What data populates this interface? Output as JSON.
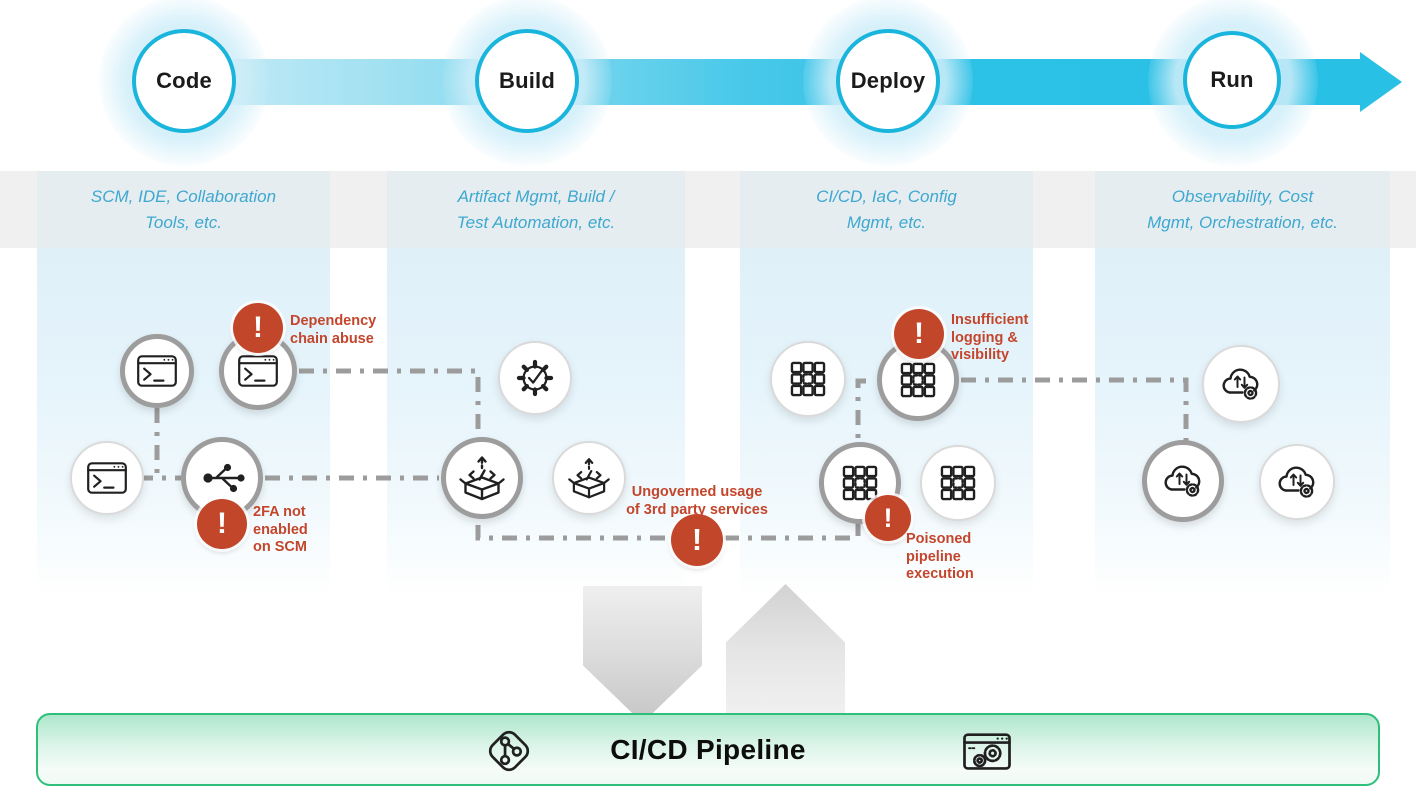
{
  "stages": [
    {
      "label": "Code",
      "tools": "SCM, IDE, Collaboration\nTools, etc."
    },
    {
      "label": "Build",
      "tools": "Artifact Mgmt, Build /\nTest Automation, etc."
    },
    {
      "label": "Deploy",
      "tools": "CI/CD, IaC, Config\nMgmt, etc."
    },
    {
      "label": "Run",
      "tools": "Observability, Cost\nMgmt, Orchestration, etc."
    }
  ],
  "threats": [
    {
      "id": "dependency-chain-abuse",
      "label": "Dependency\nchain abuse",
      "marker": "!"
    },
    {
      "id": "2fa-not-enabled-on-scm",
      "label": "2FA not\nenabled\non SCM",
      "marker": "!"
    },
    {
      "id": "ungoverned-3rd-party-usage",
      "label": "Ungoverned usage\nof 3rd party services",
      "marker": "!"
    },
    {
      "id": "insufficient-logging",
      "label": "Insufficient\nlogging &\nvisibility",
      "marker": "!"
    },
    {
      "id": "poisoned-pipeline-execution",
      "label": "Poisoned\npipeline\nexecution",
      "marker": "!"
    }
  ],
  "banner": {
    "title": "CI/CD Pipeline"
  },
  "icons": {
    "code_node": "terminal-window",
    "scm_node": "git-fork",
    "build_test_node": "gear-check",
    "artifact_node": "package-code",
    "deploy_node": "container-grid",
    "run_node": "cloud-sync-gear",
    "banner_left": "git-logo",
    "banner_right": "window-gears",
    "threat_marker": "exclamation"
  },
  "colors": {
    "accent_cyan": "#29c0e5",
    "stage_ring": "#1ab5dc",
    "tools_text_blue": "#3ea8cf",
    "threat_red": "#c2462a",
    "banner_green": "#2ebf7c",
    "connector_gray": "#9c9c9c"
  }
}
